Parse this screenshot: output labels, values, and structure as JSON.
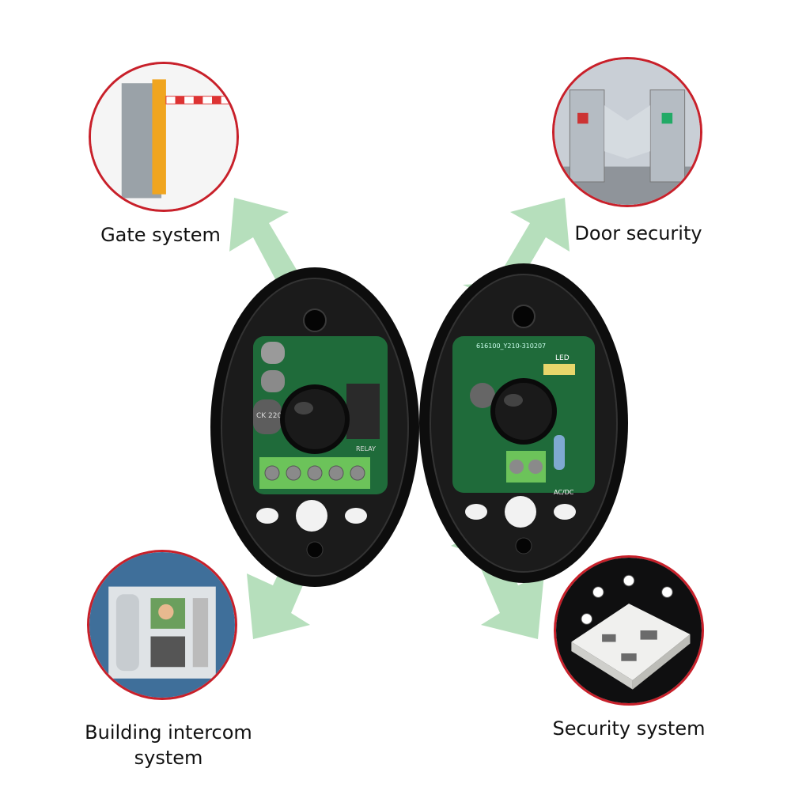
{
  "labels": {
    "gate": "Gate system",
    "door": "Door security",
    "intercom_line1": "Building intercom",
    "intercom_line2": "system",
    "security": "Security system"
  },
  "pcb_text": {
    "right_board_code": "616100_Y210-310207",
    "led": "LED",
    "relay": "RELAY",
    "ac_dc": "AC/DC",
    "capacitor": "CK 220 16V"
  },
  "colors": {
    "circle_border": "#c8202a",
    "arrow": "#9ed4a6",
    "pcb": "#1f6b3a",
    "terminal": "#6cc35a",
    "housing": "#111111"
  },
  "icons": {
    "gate": "barrier-gate-image",
    "door": "turnstile-image",
    "intercom": "intercom-panel-image",
    "security": "smart-home-floorplan-image"
  }
}
